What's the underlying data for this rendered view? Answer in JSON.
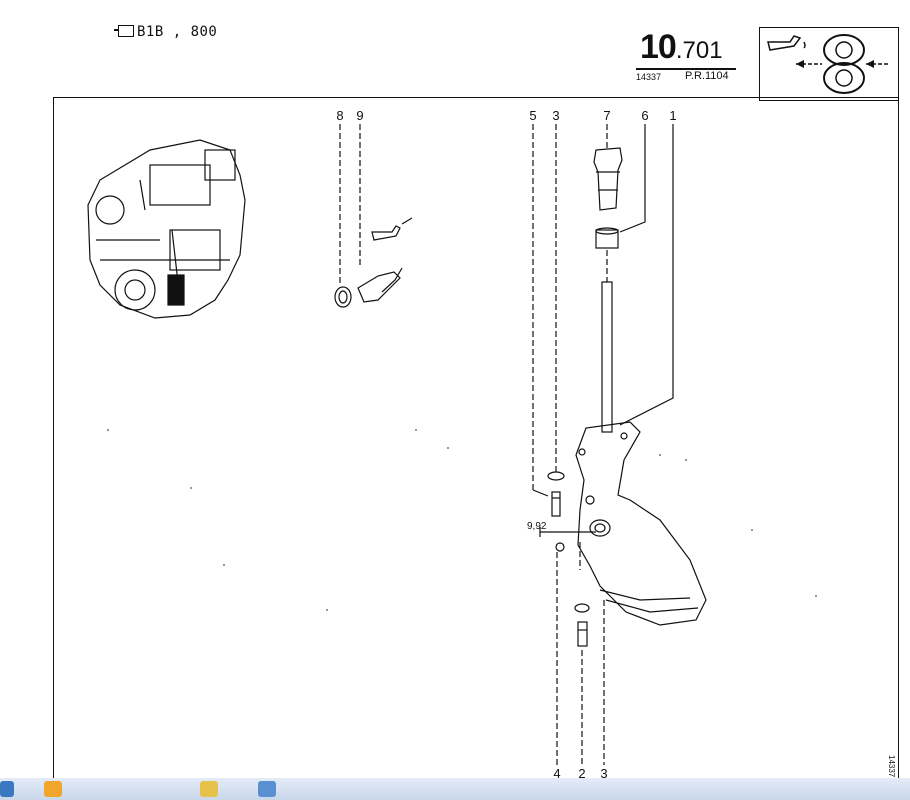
{
  "header": {
    "model": "B1B , 800",
    "page_number_main": "10",
    "page_number_sub": ".701",
    "reference": "14337",
    "pr_code": "P.R.1104"
  },
  "icons": {
    "engine_symbol": "engine-block-icon",
    "oil_pump_symbol": "oil-pump-gear-icon"
  },
  "callouts": {
    "top": [
      {
        "label": "8"
      },
      {
        "label": "9"
      },
      {
        "label": "5"
      },
      {
        "label": "3"
      },
      {
        "label": "7"
      },
      {
        "label": "6"
      },
      {
        "label": "1"
      }
    ],
    "bottom": [
      {
        "label": "4"
      },
      {
        "label": "2"
      },
      {
        "label": "3"
      }
    ]
  },
  "dimension": "9,92",
  "side_ref": "14337",
  "taskbar": {
    "items": [
      "start-icon",
      "folder-icon",
      "window-icon"
    ]
  }
}
